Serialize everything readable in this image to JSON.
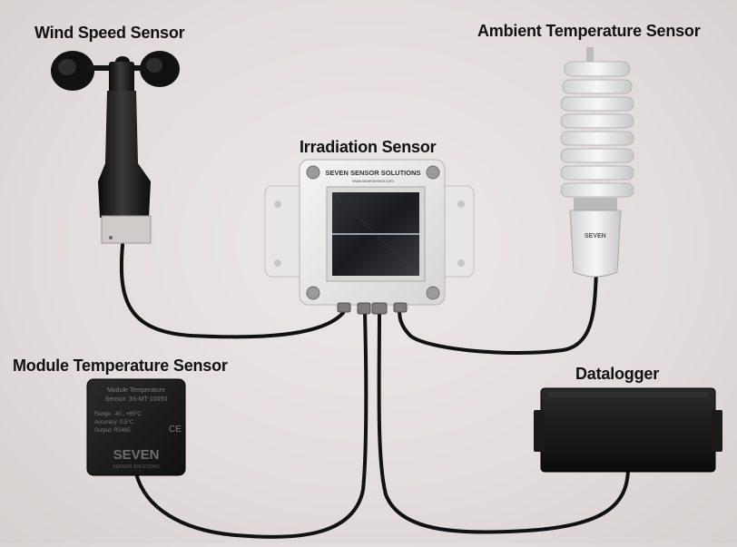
{
  "labels": {
    "wind_speed": "Wind Speed Sensor",
    "ambient_temperature": "Ambient Temperature Sensor",
    "irradiation": "Irradiation Sensor",
    "module_temperature": "Module Temperature Sensor",
    "datalogger": "Datalogger"
  },
  "irradiation_box": {
    "brand": "SEVEN SENSOR SOLUTIONS",
    "website": "www.sevensensor.com"
  },
  "module_box": {
    "title_line1": "Module Temperature",
    "title_line2": "Sensor: 3S-MT-10050",
    "spec_line1": "Range: -40...+85°C",
    "spec_line2": "Accuracy: 0.5°C",
    "spec_line3": "Output: RS485",
    "brand": "SEVEN",
    "brand_sub": "SENSOR SOLUTIONS"
  },
  "ambient_box": {
    "brand": "SEVEN"
  }
}
